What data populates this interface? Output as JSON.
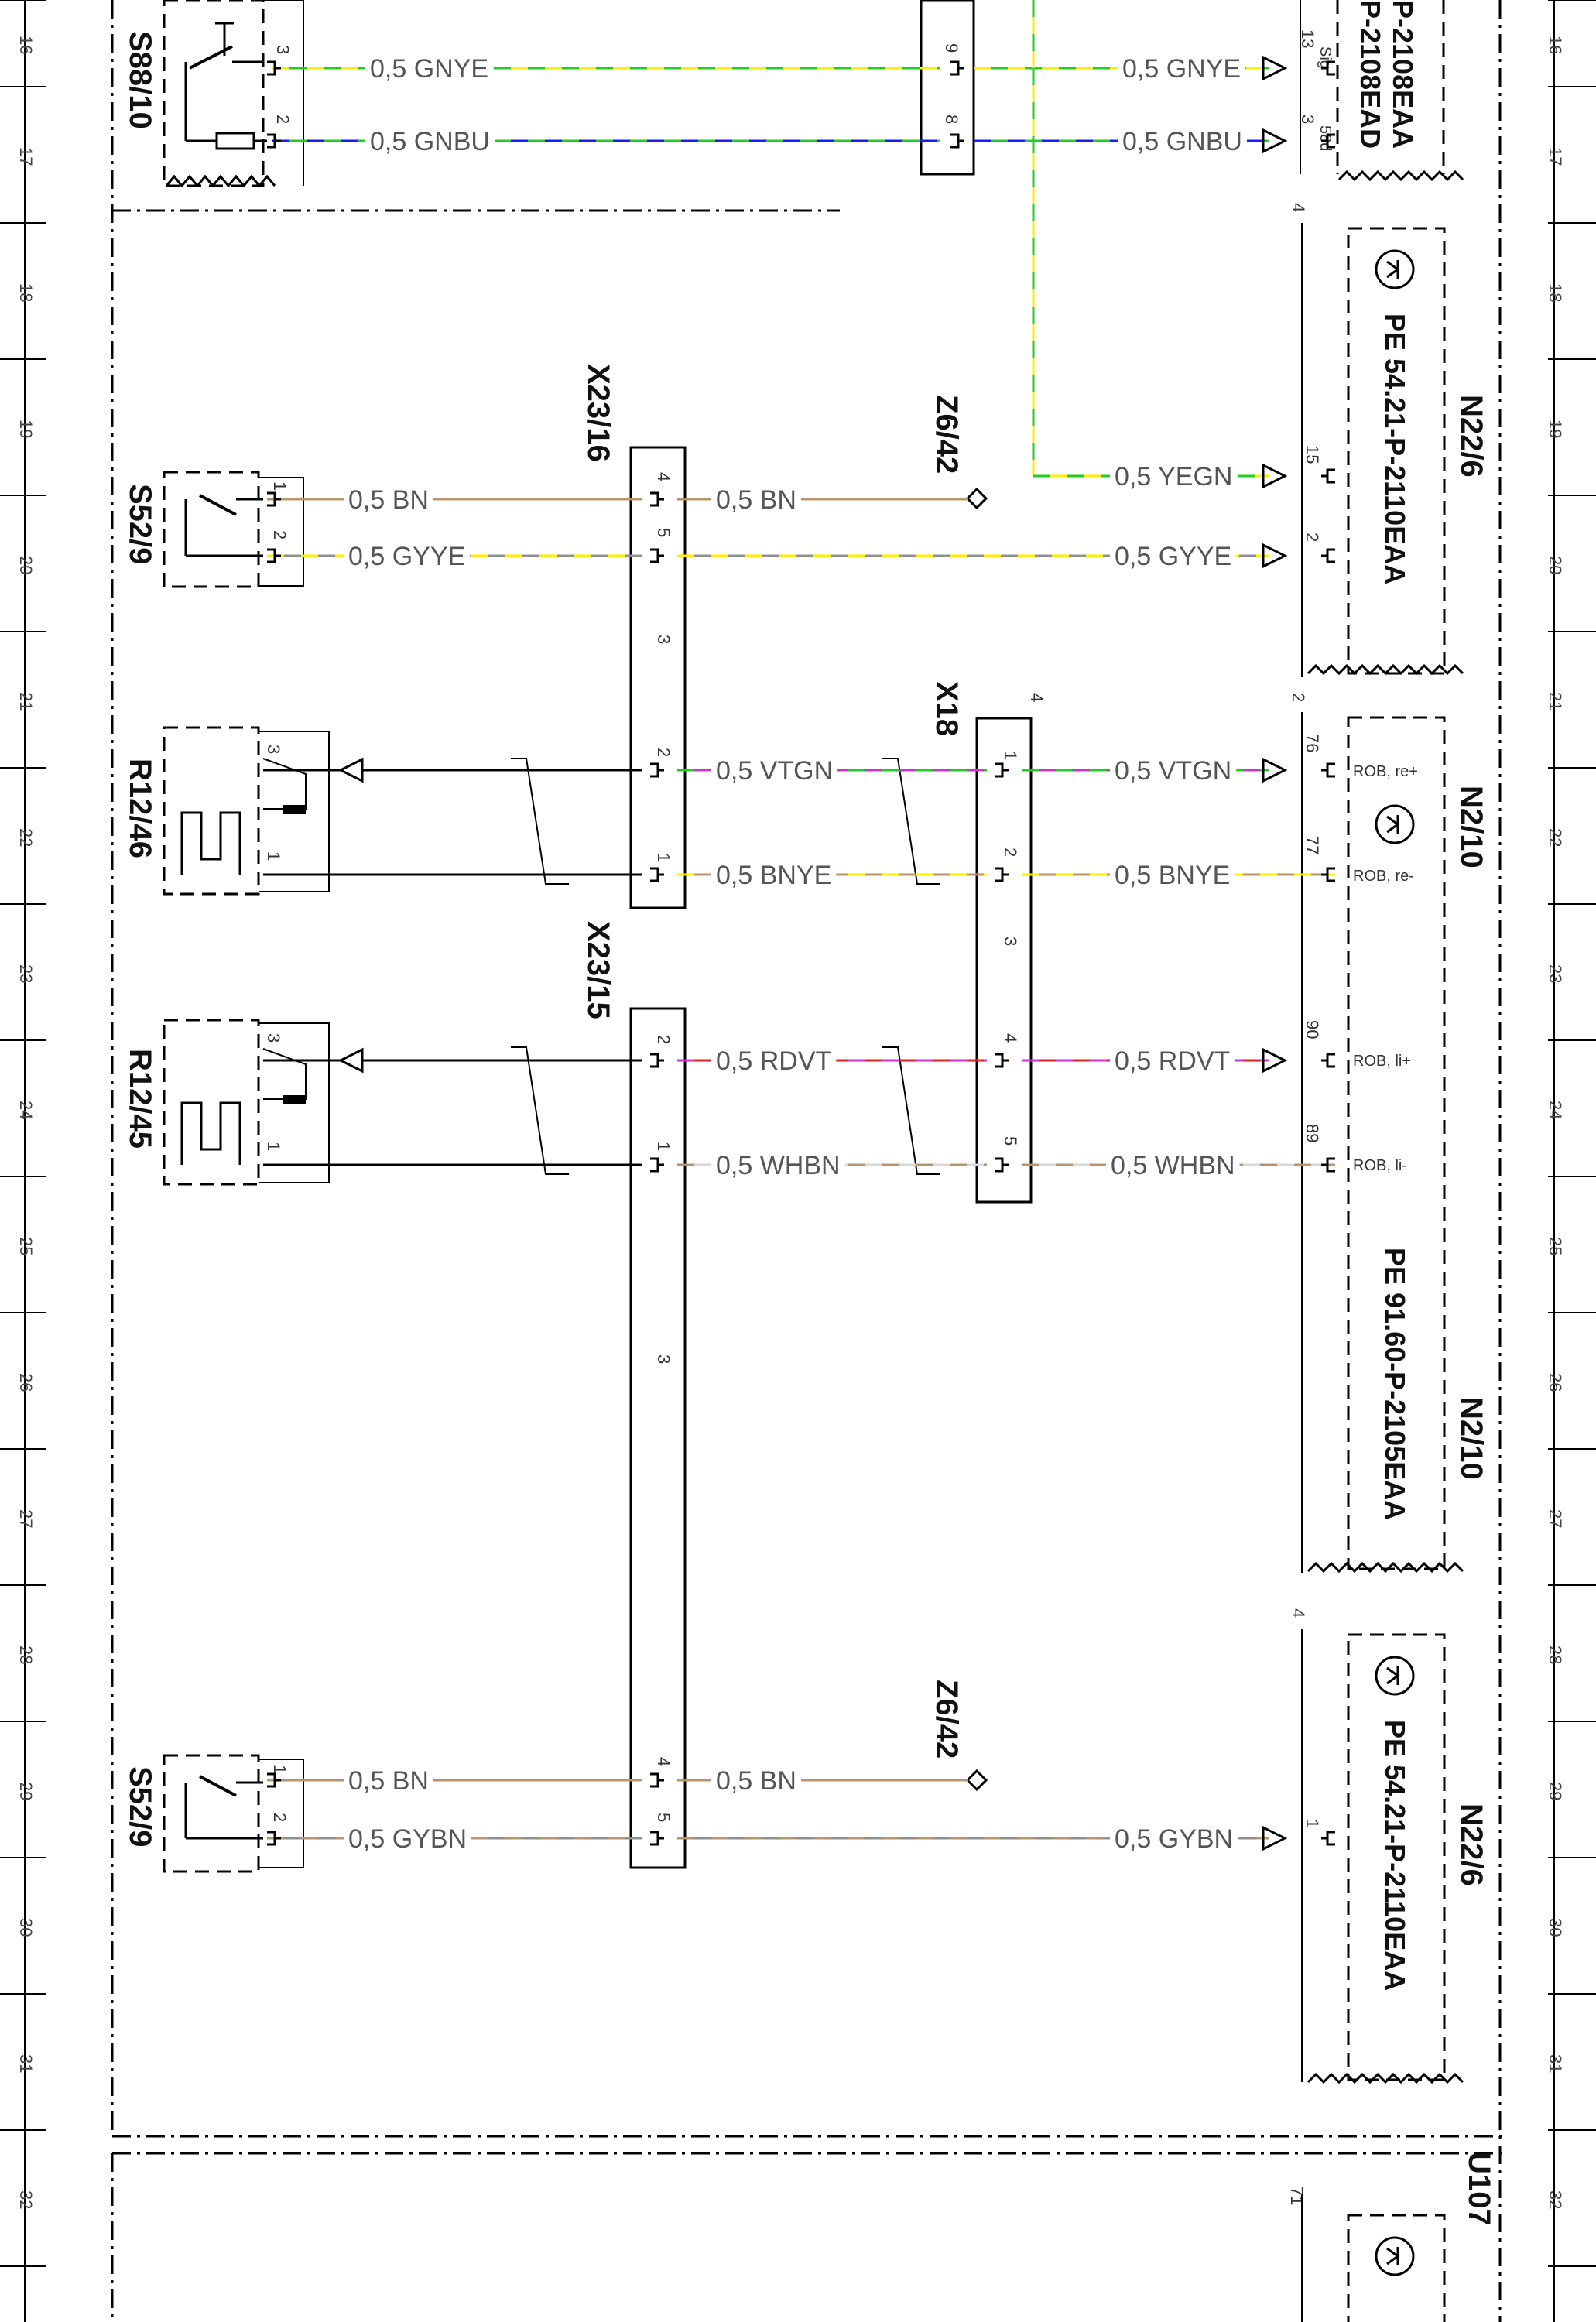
{
  "grid_rows": [
    "16",
    "17",
    "18",
    "19",
    "20",
    "21",
    "22",
    "23",
    "24",
    "25",
    "26",
    "27",
    "28",
    "29",
    "30",
    "31",
    "32"
  ],
  "components": {
    "S88_10": "S88/10",
    "S52_9_top": "S52/9",
    "S52_9_bottom": "S52/9",
    "R12_46": "R12/46",
    "R12_45": "R12/45",
    "X23_16": "X23/16",
    "X23_15": "X23/15",
    "X18": "X18",
    "Z6_42_top": "Z6/42",
    "Z6_42_bottom": "Z6/42",
    "N22_6_top": "N22/6",
    "N22_6_bottom": "N22/6",
    "N2_10_top": "N2/10",
    "N2_10_bottom": "N2/10",
    "U107": "U107"
  },
  "references": {
    "pe_top_a": "P-2108EAA",
    "pe_top_b": "P-2108EAD",
    "pe_n22_top": "PE 54.21-P-2110EAA",
    "pe_n2_10": "PE 91.60-P-2105EAA",
    "pe_n22_bottom": "PE 54.21-P-2110EAA"
  },
  "wires": {
    "w_gnye_l": "0,5 GNYE",
    "w_gnye_r": "0,5 GNYE",
    "w_gnbu_l": "0,5 GNBU",
    "w_gnbu_r": "0,5 GNBU",
    "w_bn1_l": "0,5 BN",
    "w_bn1_r": "0,5 BN",
    "w_yegn": "0,5 YEGN",
    "w_gyye_l": "0,5 GYYE",
    "w_gyye_r": "0,5 GYYE",
    "w_vtgn_l": "0,5 VTGN",
    "w_vtgn_r": "0,5 VTGN",
    "w_bnye_l": "0,5 BNYE",
    "w_bnye_r": "0,5 BNYE",
    "w_rdvt_l": "0,5 RDVT",
    "w_rdvt_r": "0,5 RDVT",
    "w_whbn_l": "0,5 WHBN",
    "w_whbn_r": "0,5 WHBN",
    "w_bn2_l": "0,5 BN",
    "w_bn2_r": "0,5 BN",
    "w_gybn_l": "0,5 GYBN",
    "w_gybn_r": "0,5 GYBN"
  },
  "signals": {
    "sig": "Sig",
    "s58d": "58d",
    "rob_re_plus": "ROB, re+",
    "rob_re_minus": "ROB, re-",
    "rob_li_plus": "ROB, li+",
    "rob_li_minus": "ROB, li-"
  },
  "pins": {
    "s88_3": "3",
    "s88_2": "2",
    "c_top_9": "9",
    "c_top_8": "8",
    "top_13": "13",
    "top_3": "3",
    "n22_4": "4",
    "n22_15": "15",
    "n22_2": "2",
    "s52_1": "1",
    "s52_2": "2",
    "x23_16_4": "4",
    "x23_16_5": "5",
    "x23_16_3": "3",
    "x23_16_2": "2",
    "x23_16_1": "1",
    "r46_3": "3",
    "r46_1": "1",
    "x18_4": "4",
    "x18_1": "1",
    "x18_2": "2",
    "x18_3": "3",
    "x18_p4": "4",
    "x18_5": "5",
    "n2_2": "2",
    "n2_76": "76",
    "n2_77": "77",
    "n2_90": "90",
    "n2_89": "89",
    "x23_15_2": "2",
    "x23_15_1": "1",
    "x23_15_3": "3",
    "x23_15_4": "4",
    "x23_15_5": "5",
    "r45_3": "3",
    "r45_1": "1",
    "s52b_1": "1",
    "s52b_2": "2",
    "n22b_4": "4",
    "n22b_1": "1",
    "u107_71": "71"
  },
  "colors": {
    "GN": "#22cc22",
    "YE": "#ffee00",
    "BU": "#1a1aff",
    "BN": "#b8946a",
    "GY": "#909090",
    "VT": "#cc33cc",
    "RD": "#dd2222",
    "WH": "#d8d8d8",
    "BK": "#000000"
  }
}
